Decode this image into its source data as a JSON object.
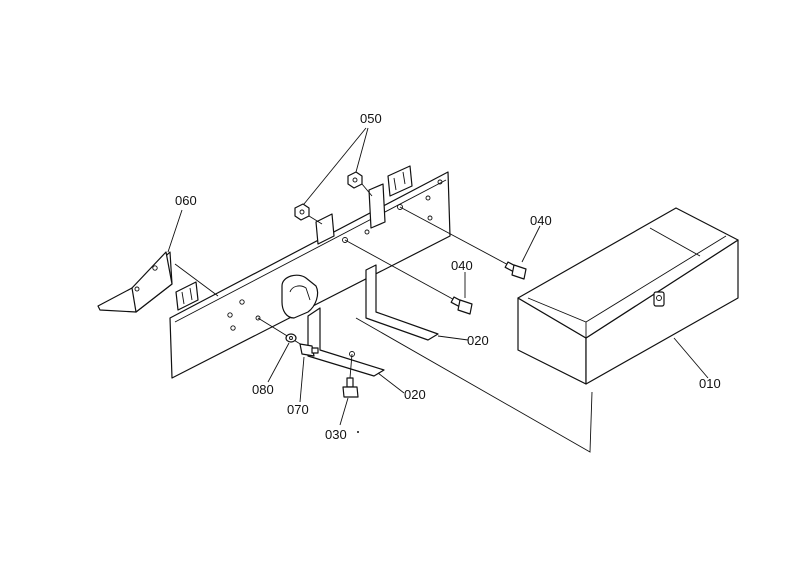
{
  "labels": {
    "p010": "010",
    "p020a": "020",
    "p020b": "020",
    "p030": "030",
    "p040a": "040",
    "p040b": "040",
    "p050": "050",
    "p060": "060",
    "p070": "070",
    "p080": "080"
  }
}
